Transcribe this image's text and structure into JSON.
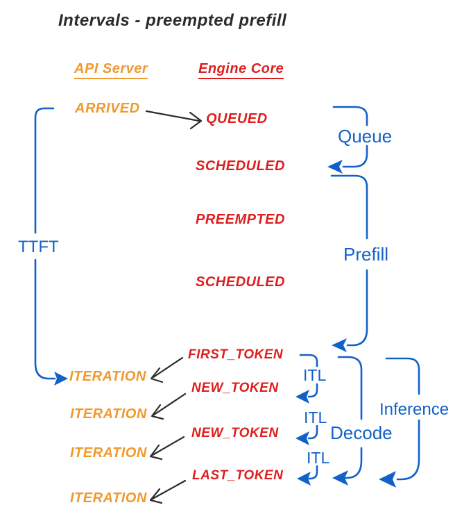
{
  "title": "Intervals - preempted prefill",
  "colors": {
    "orange": "#F0992E",
    "red": "#DF1D1D",
    "blue": "#1261C9",
    "ink": "#2B2B2B"
  },
  "columns": {
    "api_server": "API Server",
    "engine_core": "Engine Core"
  },
  "api_events": {
    "arrived": "ARRIVED",
    "iteration1": "ITERATION",
    "iteration2": "ITERATION",
    "iteration3": "ITERATION",
    "iteration4": "ITERATION"
  },
  "engine_events": {
    "queued": "QUEUED",
    "scheduled1": "SCHEDULED",
    "preempted": "PREEMPTED",
    "scheduled2": "SCHEDULED",
    "first_token": "FIRST_TOKEN",
    "new_token1": "NEW_TOKEN",
    "new_token2": "NEW_TOKEN",
    "last_token": "LAST_TOKEN"
  },
  "intervals": {
    "ttft": "TTFT",
    "queue": "Queue",
    "prefill": "Prefill",
    "itl1": "ITL",
    "itl2": "ITL",
    "itl3": "ITL",
    "decode": "Decode",
    "inference": "Inference"
  }
}
